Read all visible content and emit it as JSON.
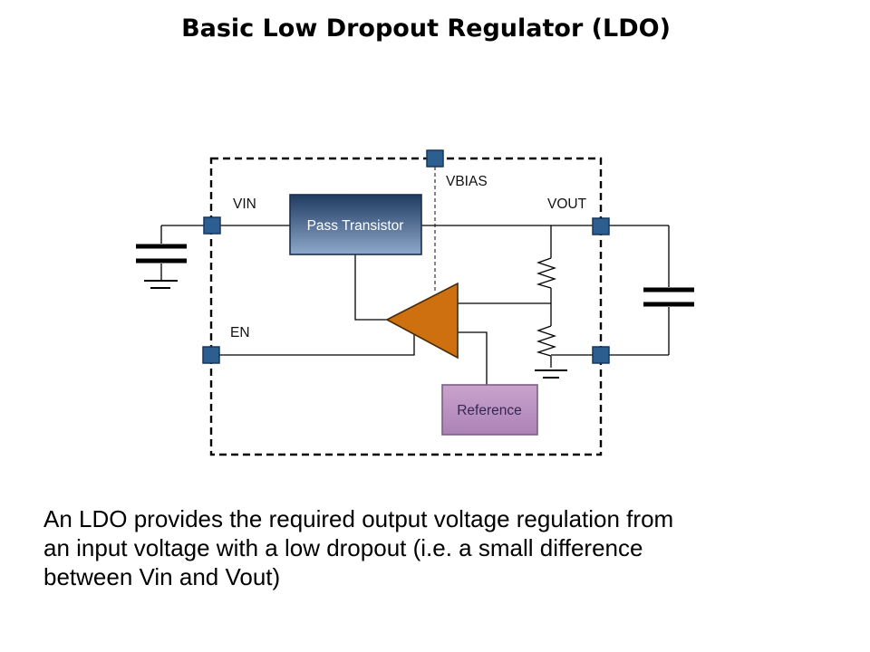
{
  "title": "Basic Low Dropout Regulator (LDO)",
  "description": "An LDO provides the required output voltage regulation from\nan input voltage with a low dropout (i.e. a small difference\nbetween Vin and Vout)",
  "diagram": {
    "pin_labels": {
      "vin": "VIN",
      "vbias": "VBIAS",
      "vout": "VOUT",
      "en": "EN"
    },
    "blocks": {
      "pass_transistor": "Pass Transistor",
      "reference": "Reference"
    }
  },
  "colors": {
    "pin_fill": "#2C5F8F",
    "pin_border": "#16375D",
    "pass_gradient_top": "#1F3B60",
    "pass_gradient_bottom": "#8FA9CB",
    "pass_border": "#1A3050",
    "pass_text": "#FFFFFF",
    "opamp_fill": "#CE7010",
    "opamp_border": "#462B07",
    "reference_gradient_top": "#C9A3CC",
    "reference_gradient_bottom": "#AC82B6",
    "reference_border": "#7E5F86",
    "reference_text": "#342852",
    "wire": "#000000",
    "boundary": "#000000"
  }
}
